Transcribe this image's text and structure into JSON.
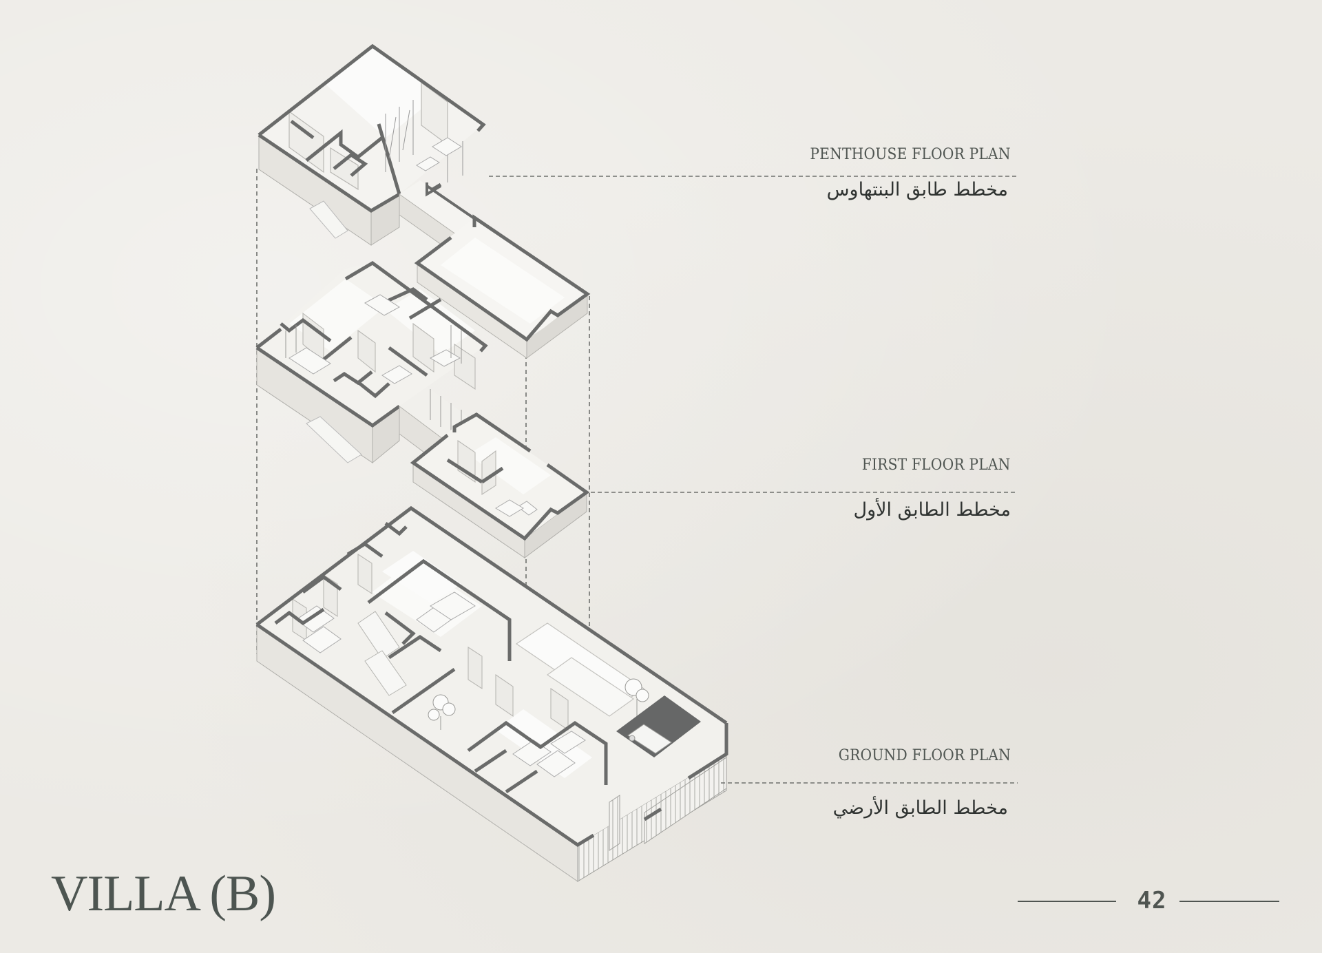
{
  "page": {
    "title": "VILLA (B)",
    "page_number": "42",
    "background_color": "#eceae5",
    "text_color": "#4f5551",
    "wall_color": "#6a6b6a"
  },
  "floors": [
    {
      "id": "penthouse",
      "label_en": "PENTHOUSE FLOOR PLAN",
      "label_ar": "مخطط طابق البنتهاوس"
    },
    {
      "id": "first",
      "label_en": "FIRST FLOOR PLAN",
      "label_ar": "مخطط الطابق الأول"
    },
    {
      "id": "ground",
      "label_en": "GROUND FLOOR PLAN",
      "label_ar": "مخطط الطابق الأرضي"
    }
  ],
  "icons": {
    "drawing": "isometric-exploded-floor-plan",
    "car": "car-icon",
    "trees": "tree-icon"
  }
}
